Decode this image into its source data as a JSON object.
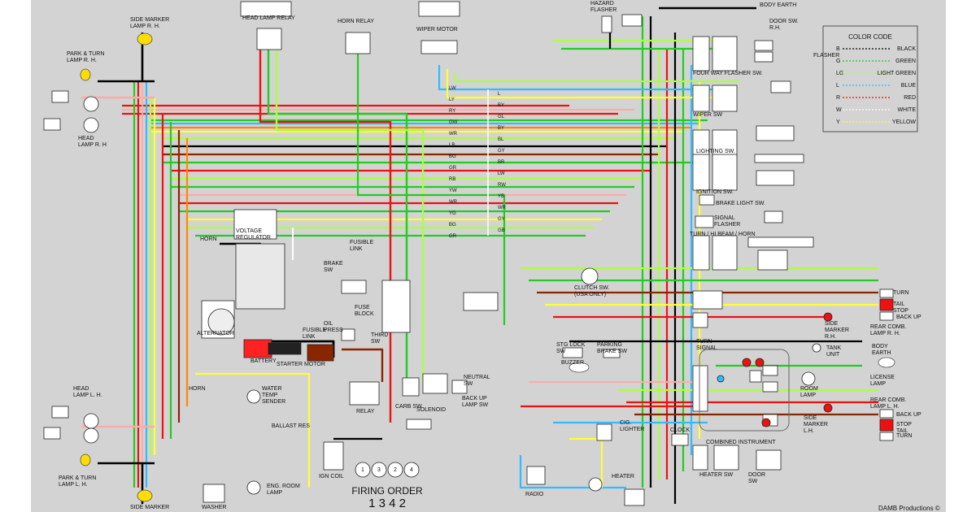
{
  "labels": {
    "side_marker_rh": "SIDE MARKER\nLAMP R. H.",
    "park_turn_rh": "PARK & TURN\nLAMP R. H.",
    "head_lamp_rh": "HEAD\nLAMP R. H",
    "head_lamp_relay": "HEAD LAMP RELAY",
    "horn_relay": "HORN RELAY",
    "wiper_motor": "WIPER MOTOR",
    "hazard_flasher": "HAZARD\nFLASHER",
    "body_earth_top": "BODY EARTH",
    "door_sw_rh": "DOOR SW.\nR.H.",
    "flasher": "FLASHER",
    "four_way_flasher_sw": "FOUR WAY FLASHER SW.",
    "wiper_sw": "WIPER SW",
    "lighting_sw": "LIGHTING SW.",
    "ignition_sw": "IGNITION SW.",
    "brake_light_sw": "BRAKE LIGHT SW.",
    "signal_flasher": "SIGNAL\nFLASHER",
    "turn_hi_beam_horn": "TURN / HI BEAM / HORN",
    "horn_rh": "HORN",
    "voltage_regulator": "VOLTAGE\nREGULATOR",
    "alternator": "ALTERNATOR",
    "battery": "BATTERY",
    "starter_motor": "STARTER MOTOR",
    "fusible_link": "FUSIBLE\nLINK",
    "fusible_link_top": "FUSIBLE\nLINK",
    "brake_sw": "BRAKE\nSW",
    "fuse_block": "FUSE\nBLOCK",
    "oil_press": "OIL\nPRESS",
    "third_sw": "THIRD\nSW",
    "relay": "RELAY",
    "carb_sw": "CARB SW",
    "solenoid": "SOLENOID",
    "neutral_sw": "NEUTRAL\nSW",
    "back_up_lamp_sw": "BACK UP\nLAMP SW",
    "clutch_sw": "CLUTCH SW.\n(USA ONLY)",
    "stg_lock_sw": "STG LOCK\nSW",
    "parking_brake_sw": "PARKING\nBRAKE SW",
    "buzzer": "BUZZER",
    "turn_signal": "TURN\nSIGNAL",
    "combined_instrument": "COMBINED  INSTRUMENT",
    "cig_lighter": "CIG.\nLIGHTER",
    "clock": "CLOCK",
    "heater_sw": "HEATER  SW",
    "door_sw": "DOOR\nSW",
    "heater": "HEATER",
    "radio": "RADIO",
    "room_lamp": "ROOM\nLAMP",
    "tank_unit": "TANK\nUNIT",
    "side_marker_rh_rear": "SIDE\nMARKER\nR.H.",
    "side_marker_lh_rear": "SIDE\nMARKER\nL.H.",
    "rear_comb_rh": "REAR COMB.\nLAMP  R. H.",
    "rear_comb_lh": "REAR COMB.\nLAMP  L. H.",
    "body_earth_rear": "BODY\nEARTH",
    "license_lamp": "LICENSE\nLAMP",
    "turn": "TURN",
    "tail_stop": "TAIL\nSTOP",
    "back_up": "BACK UP",
    "back_up_lh": "BACK UP",
    "stop_tail_lh": "STOP\nTAIL",
    "turn_lh": "TURN",
    "head_lamp_lh": "HEAD\nLAMP L. H.",
    "horn_lh": "HORN",
    "water_temp_sender": "WATER\nTEMP\nSENDER",
    "ballast_res": "BALLAST RES",
    "ign_coil": "IGN COIL",
    "washer": "WASHER",
    "eng_room_lamp": "ENG. ROOM\nLAMP",
    "park_turn_lh": "PARK & TURN\nLAMP L. H.",
    "side_marker_lh": "SIDE MARKER",
    "firing_order_title": "FIRING ORDER",
    "firing_order_digits": "1  3  4  2",
    "credit": "DAMB Productions ©"
  },
  "color_code": {
    "title": "COLOR CODE",
    "entries": [
      {
        "code": "B",
        "name": "BLACK",
        "color": "#000000"
      },
      {
        "code": "G",
        "name": "GREEN",
        "color": "#22cc22"
      },
      {
        "code": "LG",
        "name": "LIGHT GREEN",
        "color": "#aaff44"
      },
      {
        "code": "L",
        "name": "BLUE",
        "color": "#33bbff"
      },
      {
        "code": "R",
        "name": "RED",
        "color": "#ee1111"
      },
      {
        "code": "W",
        "name": "WHITE",
        "color": "#ffffff"
      },
      {
        "code": "Y",
        "name": "YELLOW",
        "color": "#ffff33"
      }
    ]
  },
  "wire_codes": [
    "LW",
    "L",
    "LY",
    "BY",
    "RY",
    "GL",
    "GW",
    "BY",
    "WR",
    "BL",
    "LB",
    "GY",
    "BG",
    "BR",
    "GR",
    "LW",
    "RB",
    "RW",
    "YW",
    "YB",
    "WR",
    "WR",
    "YG",
    "GY",
    "BG",
    "GB",
    "GR"
  ],
  "firing_cylinders": [
    "1",
    "3",
    "2",
    "4"
  ],
  "colors": {
    "background": "#d3d3d3",
    "black": "#000000",
    "red": "#ee1111",
    "green": "#22cc22",
    "lightgreen": "#aaff44",
    "blue": "#33bbff",
    "yellow": "#ffff33",
    "orange": "#ff8800",
    "brown": "#8b2500",
    "pink": "#ffaaaa",
    "white": "#ffffff"
  }
}
